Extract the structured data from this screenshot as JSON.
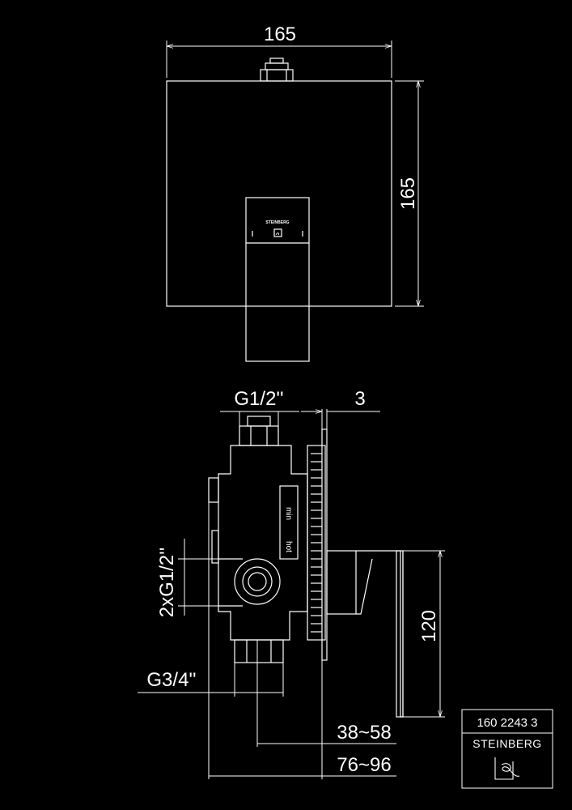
{
  "front_view": {
    "width_dim": "165",
    "height_dim": "165",
    "handle_brand": "STEINBERG"
  },
  "side_view": {
    "inlet_top": "G1/2''",
    "plate_thickness": "3",
    "inlet_side": "2xG1/2''",
    "outlet_bottom": "G3/4''",
    "handle_height": "120",
    "depth_range_1": "38~58",
    "depth_range_2": "76~96",
    "body_label_min": "min",
    "body_label_hot": "hot"
  },
  "stamp": {
    "article_number": "160 2243 3",
    "brand": "STEINBERG",
    "logo_icon": "steinberg-logo-icon"
  }
}
